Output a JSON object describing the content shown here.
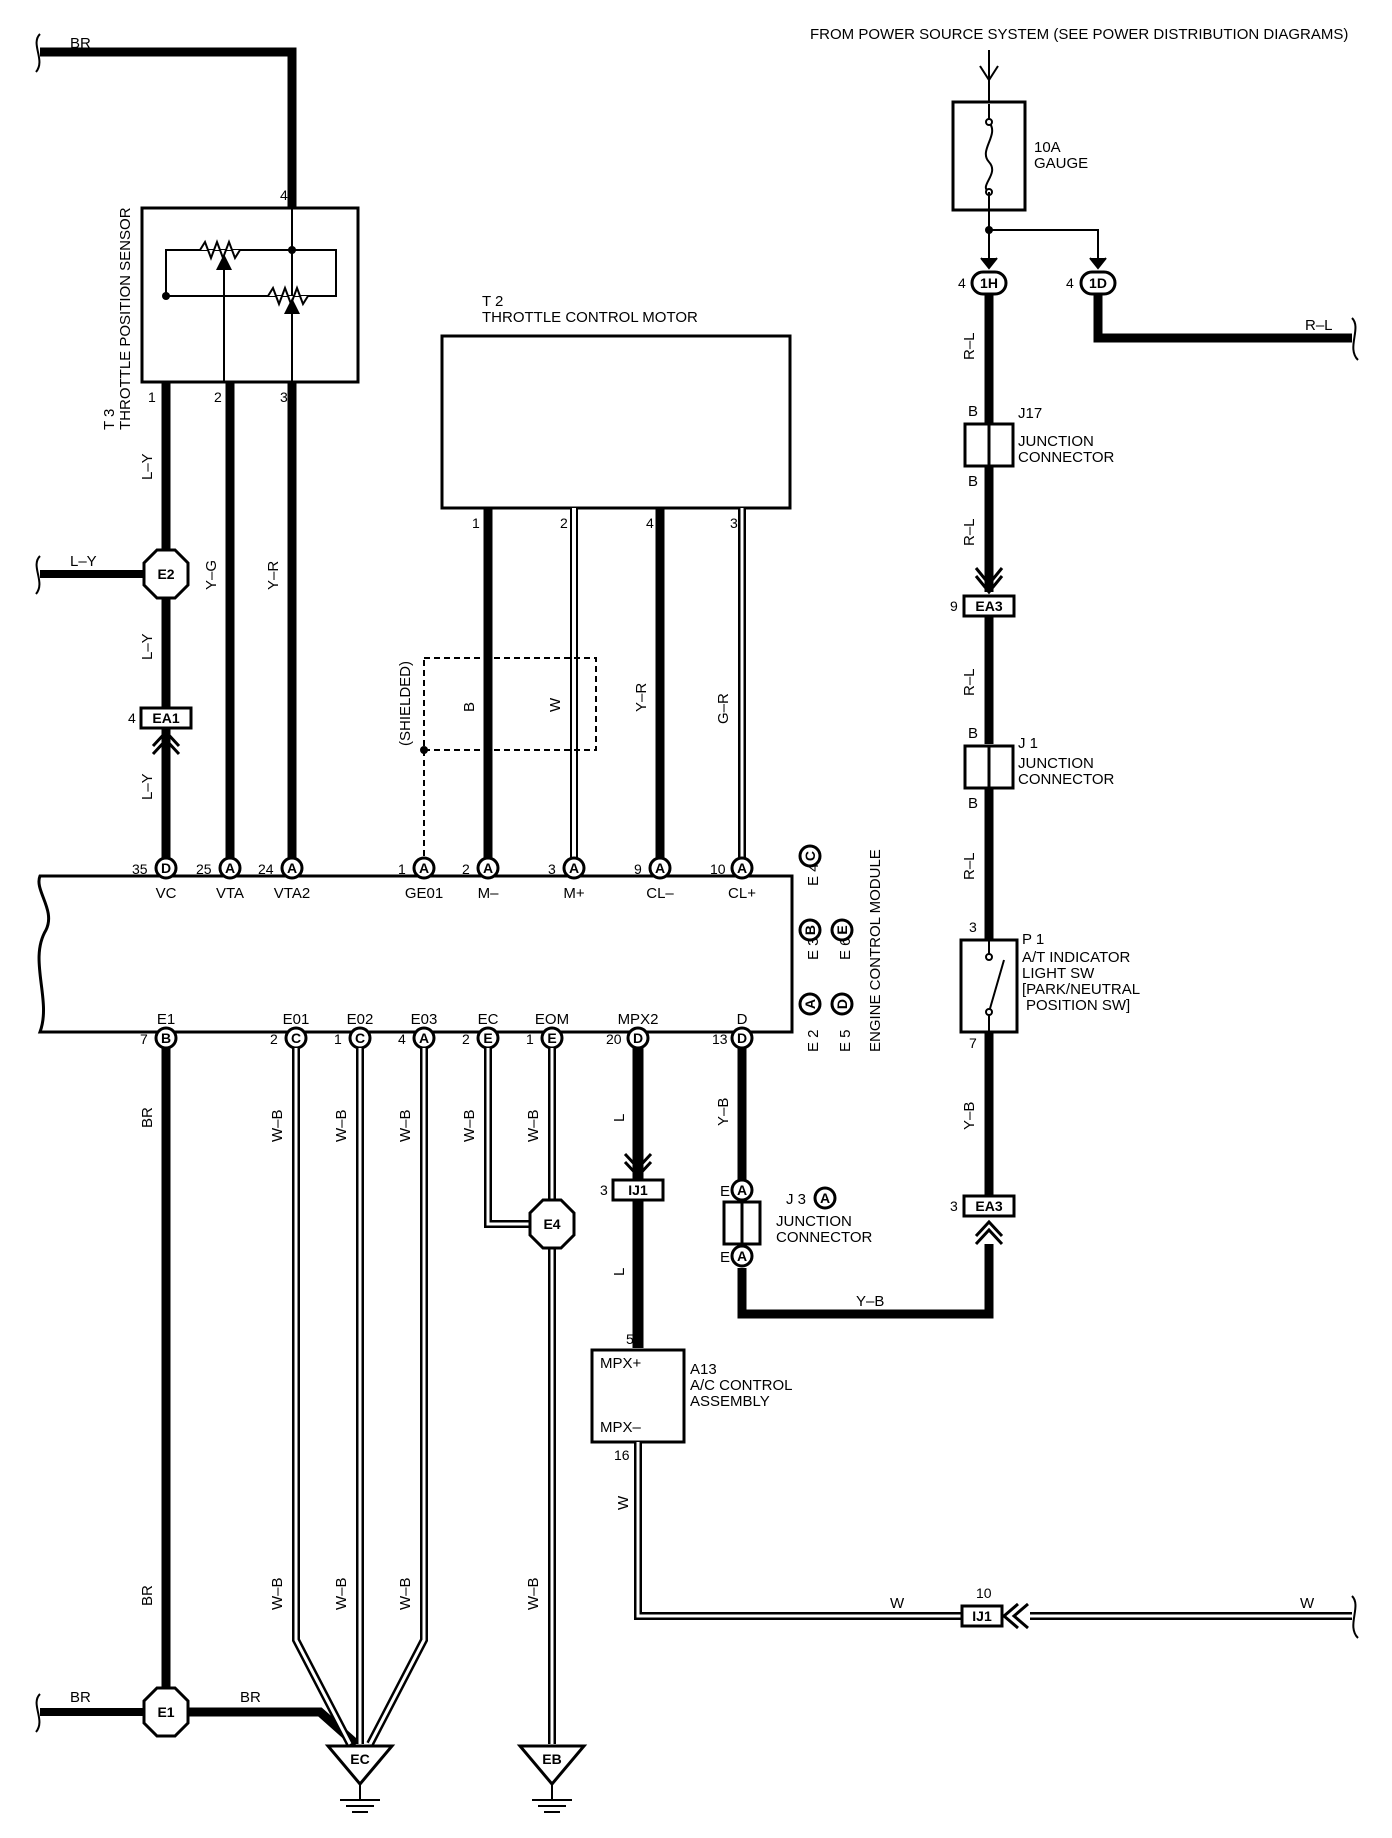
{
  "header": {
    "power_source": "FROM POWER SOURCE SYSTEM (SEE POWER DISTRIBUTION DIAGRAMS)"
  },
  "fuse": {
    "rating": "10A",
    "name": "GAUGE",
    "pin_1h": "4",
    "pin_1d": "4",
    "tag_1h": "1H",
    "tag_1d": "1D"
  },
  "tps": {
    "id": "T 3",
    "name": "THROTTLE POSITION SENSOR",
    "pin_top": "4",
    "pins": [
      "1",
      "2",
      "3"
    ]
  },
  "motor": {
    "id": "T 2",
    "name": "THROTTLE CONTROL MOTOR",
    "pins": [
      "1",
      "2",
      "4",
      "3"
    ]
  },
  "ecm": {
    "name": "ENGINE CONTROL MODULE",
    "top_terms": [
      {
        "pin": "35",
        "tag": "D",
        "label": "VC"
      },
      {
        "pin": "25",
        "tag": "A",
        "label": "VTA"
      },
      {
        "pin": "24",
        "tag": "A",
        "label": "VTA2"
      },
      {
        "pin": "1",
        "tag": "A",
        "label": "GE01"
      },
      {
        "pin": "2",
        "tag": "A",
        "label": "M–"
      },
      {
        "pin": "3",
        "tag": "A",
        "label": "M+"
      },
      {
        "pin": "9",
        "tag": "A",
        "label": "CL–"
      },
      {
        "pin": "10",
        "tag": "A",
        "label": "CL+"
      }
    ],
    "bottom_terms": [
      {
        "pin": "7",
        "tag": "B",
        "label": "E1"
      },
      {
        "pin": "2",
        "tag": "C",
        "label": "E01"
      },
      {
        "pin": "1",
        "tag": "C",
        "label": "E02"
      },
      {
        "pin": "4",
        "tag": "A",
        "label": "E03"
      },
      {
        "pin": "2",
        "tag": "E",
        "label": "EC"
      },
      {
        "pin": "1",
        "tag": "E",
        "label": "EOM"
      },
      {
        "pin": "20",
        "tag": "D",
        "label": "MPX2"
      },
      {
        "pin": "13",
        "tag": "D",
        "label": "D"
      }
    ],
    "legend": [
      {
        "conn": "E 2",
        "tag": "A"
      },
      {
        "conn": "E 3",
        "tag": "B"
      },
      {
        "conn": "E 4",
        "tag": "C"
      },
      {
        "conn": "E 5",
        "tag": "D"
      },
      {
        "conn": "E 6",
        "tag": "E"
      }
    ]
  },
  "wires": {
    "br": "BR",
    "ly": "L–Y",
    "yg": "Y–G",
    "yr": "Y–R",
    "b": "B",
    "w": "W",
    "gr": "G–R",
    "wb": "W–B",
    "l": "L",
    "yb": "Y–B",
    "rl": "R–L"
  },
  "shielded": "(SHIELDED)",
  "j17": {
    "id": "J17",
    "line1": "JUNCTION",
    "line2": "CONNECTOR",
    "pin": "B"
  },
  "j1": {
    "id": "J 1",
    "line1": "JUNCTION",
    "line2": "CONNECTOR",
    "pin": "B"
  },
  "j3": {
    "id": "J 3",
    "tag": "A",
    "line1": "JUNCTION",
    "line2": "CONNECTOR",
    "pin": "E"
  },
  "p1": {
    "id": "P 1",
    "lines": [
      "A/T INDICATOR",
      "LIGHT SW",
      "[PARK/NEUTRAL",
      "POSITION SW]"
    ],
    "pin_top": "3",
    "pin_bottom": "7"
  },
  "a13": {
    "id": "A13",
    "line1": "A/C CONTROL",
    "line2": "ASSEMBLY",
    "mpx_plus": "MPX+",
    "mpx_minus": "MPX–",
    "pin_top": "5",
    "pin_bottom": "16"
  },
  "connectors": {
    "ea1": "EA1",
    "ea1_pin": "4",
    "ea3": "EA3",
    "ea3_pin_top": "9",
    "ea3_pin_bottom": "3",
    "ij1": "IJ1",
    "ij1_pin_top": "3",
    "ij1_pin_bottom": "10"
  },
  "splices": {
    "e2": "E2",
    "e4": "E4",
    "e1": "E1"
  },
  "grounds": {
    "ec": "EC",
    "eb": "EB"
  }
}
